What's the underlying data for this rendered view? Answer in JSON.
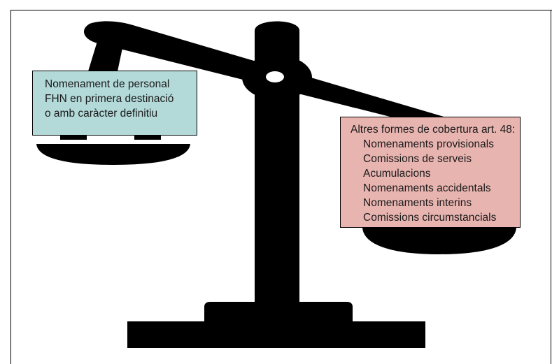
{
  "colors": {
    "left_box_fill": "#b3d9d9",
    "right_box_fill": "#e8b4b0",
    "scale": "#000000"
  },
  "left_box": {
    "lines": [
      "Nomenament de personal",
      "FHN en primera destinació",
      "o amb caràcter definitiu"
    ]
  },
  "right_box": {
    "heading": "Altres formes de cobertura art. 48:",
    "items": [
      "Nomenaments provisionals",
      "Comissions de serveis",
      "Acumulacions",
      "Nomenaments accidentals",
      "Nomenaments interins",
      "Comissions circumstancials"
    ]
  }
}
